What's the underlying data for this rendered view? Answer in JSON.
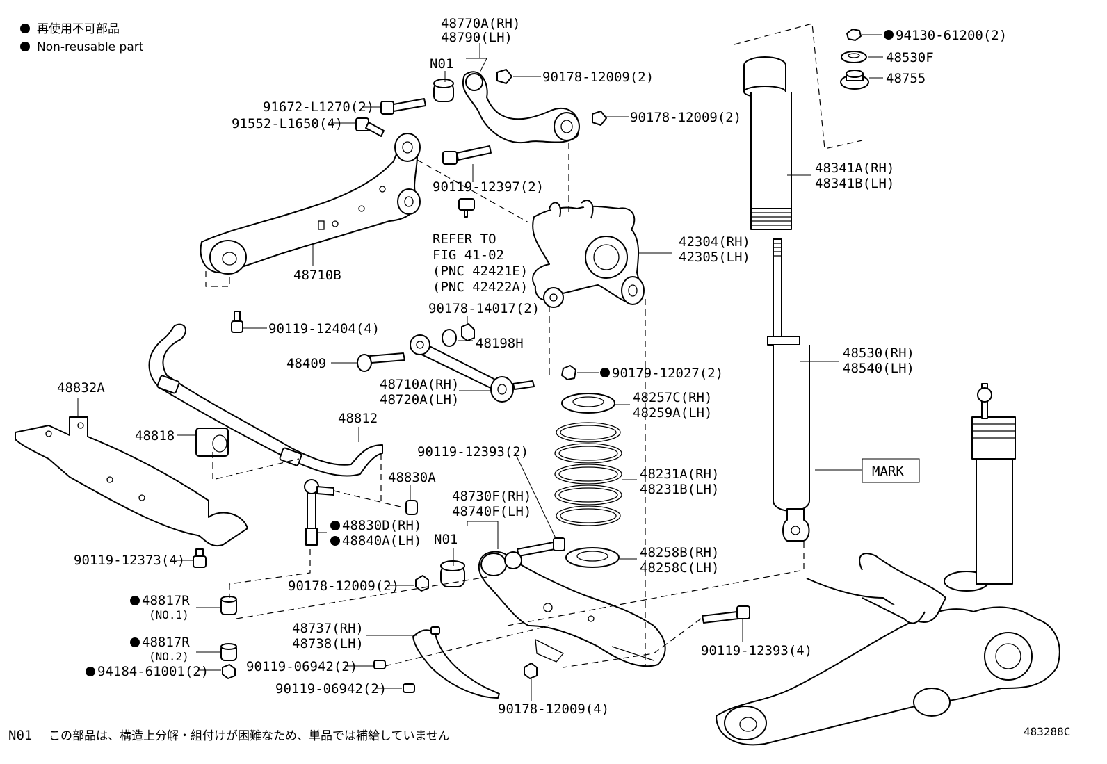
{
  "legend": {
    "line_jp": "再使用不可部品",
    "line_en": "Non-reusable part"
  },
  "labels": {
    "p48770A": "48770A(RH)",
    "p48790": "48790(LH)",
    "n01_top": "N01",
    "p90178_a": "90178-12009(2)",
    "p90178_b": "90178-12009(2)",
    "p91672": "91672-L1270(2)",
    "p91552": "91552-L1650(4)",
    "p90119_12397": "90119-12397(2)",
    "refer1": "REFER TO",
    "refer2": "FIG 41-02",
    "refer3": "(PNC 42421E)",
    "refer4": "(PNC 42422A)",
    "p48710B": "48710B",
    "p42304": "42304(RH)",
    "p42305": "42305(LH)",
    "p94130": "94130-61200(2)",
    "p48530F": "48530F",
    "p48755": "48755",
    "p48341A": "48341A(RH)",
    "p48341B": "48341B(LH)",
    "p90119_12404": "90119-12404(4)",
    "p90178_14017": "90178-14017(2)",
    "p48198H": "48198H",
    "p48409": "48409",
    "p48710A": "48710A(RH)",
    "p48720A": "48720A(LH)",
    "p90179": "90179-12027(2)",
    "p48530": "48530(RH)",
    "p48540": "48540(LH)",
    "p48832A": "48832A",
    "p48818": "48818",
    "p48812": "48812",
    "p48257C": "48257C(RH)",
    "p48259A": "48259A(LH)",
    "p90119_12393a": "90119-12393(2)",
    "p48830A": "48830A",
    "p48231A": "48231A(RH)",
    "p48231B": "48231B(LH)",
    "mark": "MARK",
    "p48730F": "48730F(RH)",
    "p48740F": "48740F(LH)",
    "p48830D": "48830D(RH)",
    "p48840A": "48840A(LH)",
    "n01_mid": "N01",
    "p90119_12373": "90119-12373(4)",
    "p48258B": "48258B(RH)",
    "p48258C": "48258C(LH)",
    "p90178_c": "90178-12009(2)",
    "p48817R_1": "48817R",
    "no1": "(NO.1)",
    "p48737": "48737(RH)",
    "p48738": "48738(LH)",
    "p48817R_2": "48817R",
    "no2": "(NO.2)",
    "p90119_12393b": "90119-12393(4)",
    "p90119_06942a": "90119-06942(2)",
    "p94184": "94184-61001(2)",
    "p90119_06942b": "90119-06942(2)",
    "p90178_d": "90178-12009(4)"
  },
  "footer": {
    "code": "N01",
    "note": "この部品は、構造上分解・組付けが困難なため、単品では補給していません",
    "figure_id": "483288C"
  }
}
